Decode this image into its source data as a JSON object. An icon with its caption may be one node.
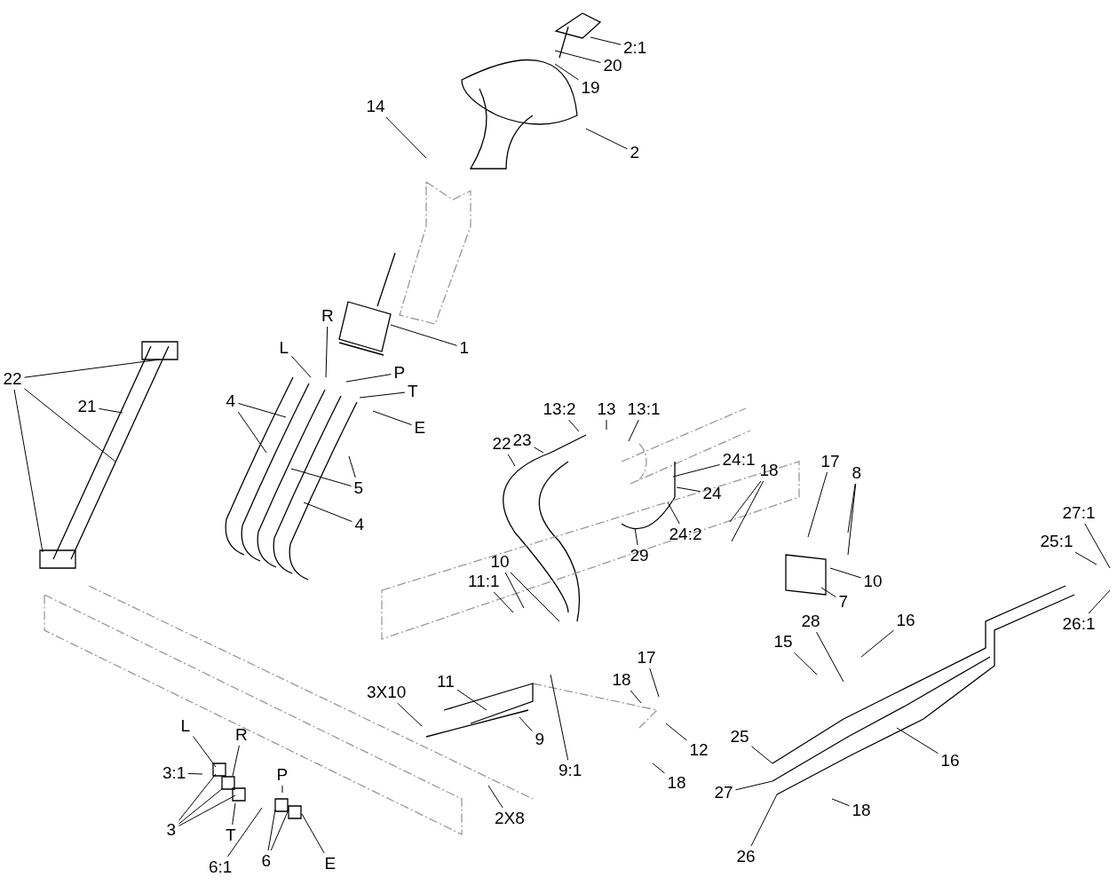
{
  "diagram": {
    "nodes": [
      {
        "text": [
          "2:1"
        ]
      },
      {
        "text": [
          "20"
        ]
      },
      {
        "text": [
          "19"
        ]
      },
      {
        "text": [
          "2"
        ]
      },
      {
        "text": [
          "14"
        ]
      },
      {
        "text": [
          "1"
        ]
      },
      {
        "text": [
          "R"
        ]
      },
      {
        "text": [
          "L"
        ]
      },
      {
        "text": [
          "P"
        ]
      },
      {
        "text": [
          "T"
        ]
      },
      {
        "text": [
          "E"
        ]
      },
      {
        "text": [
          "4"
        ]
      },
      {
        "text": [
          "5"
        ]
      },
      {
        "text": [
          "4"
        ]
      },
      {
        "text": [
          "22"
        ]
      },
      {
        "text": [
          "21"
        ]
      },
      {
        "text": [
          "13:2"
        ]
      },
      {
        "text": [
          "13"
        ]
      },
      {
        "text": [
          "13:1"
        ]
      },
      {
        "text": [
          "22"
        ]
      },
      {
        "text": [
          "23"
        ]
      },
      {
        "text": [
          "24:1"
        ]
      },
      {
        "text": [
          "24"
        ]
      },
      {
        "text": [
          "24:2"
        ]
      },
      {
        "text": [
          "29"
        ]
      },
      {
        "text": [
          "18"
        ]
      },
      {
        "text": [
          "17"
        ]
      },
      {
        "text": [
          "8"
        ]
      },
      {
        "text": [
          "10"
        ]
      },
      {
        "text": [
          "7"
        ]
      },
      {
        "text": [
          "27:1"
        ]
      },
      {
        "text": [
          "25:1"
        ]
      },
      {
        "text": [
          "26:1"
        ]
      },
      {
        "text": [
          "11:1"
        ]
      },
      {
        "text": [
          "10"
        ]
      },
      {
        "text": [
          "28"
        ]
      },
      {
        "text": [
          "16"
        ]
      },
      {
        "text": [
          "15"
        ]
      },
      {
        "text": [
          "17"
        ]
      },
      {
        "text": [
          "18"
        ]
      },
      {
        "text": [
          "11"
        ]
      },
      {
        "text": [
          "3X10"
        ]
      },
      {
        "text": [
          "9"
        ]
      },
      {
        "text": [
          "12"
        ]
      },
      {
        "text": [
          "9:1"
        ]
      },
      {
        "text": [
          "25"
        ]
      },
      {
        "text": [
          "16"
        ]
      },
      {
        "text": [
          "18"
        ]
      },
      {
        "text": [
          "2X8"
        ]
      },
      {
        "text": [
          "L"
        ]
      },
      {
        "text": [
          "R"
        ]
      },
      {
        "text": [
          "3:1"
        ]
      },
      {
        "text": [
          "P"
        ]
      },
      {
        "text": [
          "27"
        ]
      },
      {
        "text": [
          "18"
        ]
      },
      {
        "text": [
          "3"
        ]
      },
      {
        "text": [
          "T"
        ]
      },
      {
        "text": [
          "6:1"
        ]
      },
      {
        "text": [
          "6"
        ]
      },
      {
        "text": [
          "E"
        ]
      },
      {
        "text": [
          "26"
        ]
      }
    ],
    "edges": [
      {
        "from": 0,
        "to": null,
        "arrow": "none"
      },
      {
        "from": 1,
        "to": null,
        "arrow": "none"
      },
      {
        "from": 2,
        "to": null,
        "arrow": "none"
      },
      {
        "from": 3,
        "to": null,
        "arrow": "none"
      },
      {
        "from": 4,
        "to": null,
        "arrow": "none"
      },
      {
        "from": 5,
        "to": null,
        "arrow": "none"
      },
      {
        "from": 6,
        "to": null,
        "arrow": "none"
      },
      {
        "from": 7,
        "to": null,
        "arrow": "none"
      },
      {
        "from": 8,
        "to": null,
        "arrow": "none"
      },
      {
        "from": 9,
        "to": null,
        "arrow": "none"
      },
      {
        "from": 10,
        "to": null,
        "arrow": "none"
      },
      {
        "from": 11,
        "to": null,
        "arrow": "none"
      },
      {
        "from": 11,
        "to": null,
        "arrow": "none"
      },
      {
        "from": 12,
        "to": null,
        "arrow": "none"
      },
      {
        "from": 12,
        "to": null,
        "arrow": "none"
      },
      {
        "from": 13,
        "to": null,
        "arrow": "none"
      },
      {
        "from": 14,
        "to": null,
        "arrow": "none"
      },
      {
        "from": 14,
        "to": null,
        "arrow": "none"
      },
      {
        "from": 14,
        "to": null,
        "arrow": "none"
      },
      {
        "from": 15,
        "to": null,
        "arrow": "none"
      },
      {
        "from": 16,
        "to": null,
        "arrow": "none"
      },
      {
        "from": 17,
        "to": null,
        "arrow": "none"
      },
      {
        "from": 18,
        "to": null,
        "arrow": "none"
      },
      {
        "from": 19,
        "to": null,
        "arrow": "none"
      },
      {
        "from": 20,
        "to": null,
        "arrow": "none"
      },
      {
        "from": 21,
        "to": null,
        "arrow": "none"
      },
      {
        "from": 22,
        "to": null,
        "arrow": "none"
      },
      {
        "from": 23,
        "to": null,
        "arrow": "none"
      },
      {
        "from": 24,
        "to": null,
        "arrow": "none"
      },
      {
        "from": 25,
        "to": null,
        "arrow": "none"
      },
      {
        "from": 25,
        "to": null,
        "arrow": "none"
      },
      {
        "from": 26,
        "to": null,
        "arrow": "none"
      },
      {
        "from": 27,
        "to": null,
        "arrow": "none"
      },
      {
        "from": 27,
        "to": null,
        "arrow": "none"
      },
      {
        "from": 28,
        "to": null,
        "arrow": "none"
      },
      {
        "from": 29,
        "to": null,
        "arrow": "none"
      },
      {
        "from": 30,
        "to": null,
        "arrow": "none"
      },
      {
        "from": 31,
        "to": null,
        "arrow": "none"
      },
      {
        "from": 32,
        "to": null,
        "arrow": "none"
      },
      {
        "from": 33,
        "to": null,
        "arrow": "none"
      },
      {
        "from": 34,
        "to": null,
        "arrow": "none"
      },
      {
        "from": 34,
        "to": null,
        "arrow": "none"
      },
      {
        "from": 35,
        "to": null,
        "arrow": "none"
      },
      {
        "from": 36,
        "to": null,
        "arrow": "none"
      },
      {
        "from": 37,
        "to": null,
        "arrow": "none"
      },
      {
        "from": 38,
        "to": null,
        "arrow": "none"
      },
      {
        "from": 39,
        "to": null,
        "arrow": "none"
      },
      {
        "from": 40,
        "to": null,
        "arrow": "none"
      },
      {
        "from": 41,
        "to": null,
        "arrow": "none"
      },
      {
        "from": 42,
        "to": null,
        "arrow": "none"
      },
      {
        "from": 43,
        "to": null,
        "arrow": "none"
      },
      {
        "from": 44,
        "to": null,
        "arrow": "none"
      },
      {
        "from": 45,
        "to": null,
        "arrow": "none"
      },
      {
        "from": 46,
        "to": null,
        "arrow": "none"
      },
      {
        "from": 47,
        "to": null,
        "arrow": "none"
      },
      {
        "from": 48,
        "to": null,
        "arrow": "none"
      },
      {
        "from": 49,
        "to": null,
        "arrow": "none"
      },
      {
        "from": 50,
        "to": null,
        "arrow": "none"
      },
      {
        "from": 51,
        "to": null,
        "arrow": "none"
      },
      {
        "from": 52,
        "to": null,
        "arrow": "none"
      },
      {
        "from": 53,
        "to": null,
        "arrow": "none"
      },
      {
        "from": 54,
        "to": null,
        "arrow": "none"
      },
      {
        "from": 55,
        "to": null,
        "arrow": "none"
      },
      {
        "from": 55,
        "to": null,
        "arrow": "none"
      },
      {
        "from": 55,
        "to": null,
        "arrow": "none"
      },
      {
        "from": 56,
        "to": null,
        "arrow": "none"
      },
      {
        "from": 57,
        "to": null,
        "arrow": "none"
      },
      {
        "from": 58,
        "to": null,
        "arrow": "none"
      },
      {
        "from": 58,
        "to": null,
        "arrow": "none"
      },
      {
        "from": 59,
        "to": null,
        "arrow": "none"
      },
      {
        "from": 60,
        "to": null,
        "arrow": "none"
      }
    ]
  }
}
